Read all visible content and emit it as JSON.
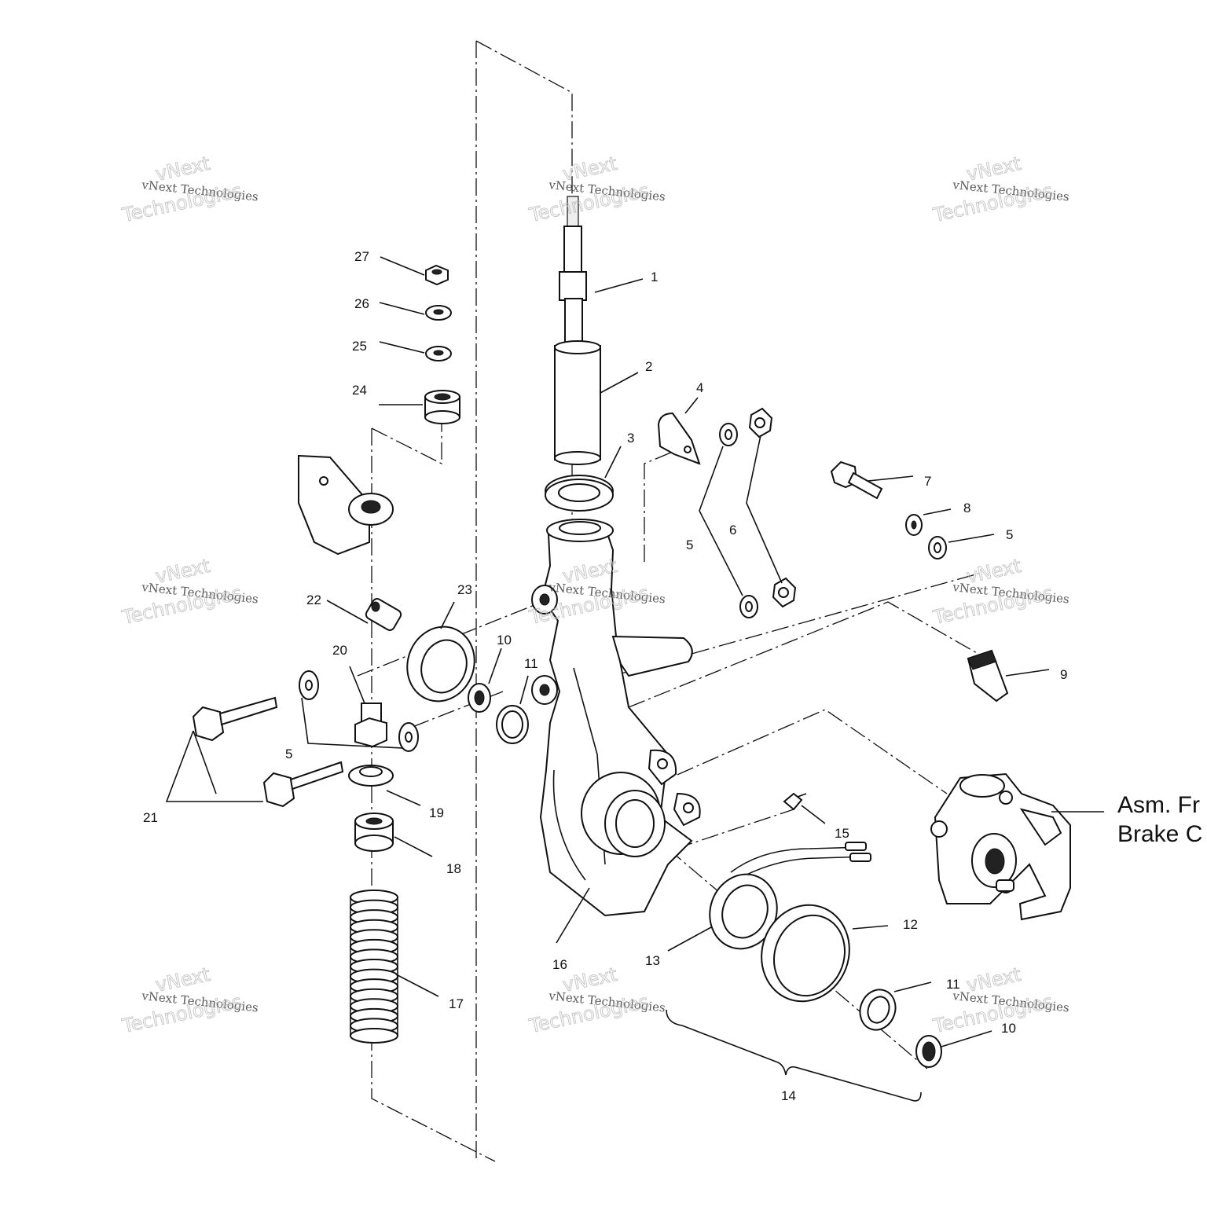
{
  "diagram": {
    "callouts": [
      {
        "id": "p1",
        "text": "1"
      },
      {
        "id": "p2",
        "text": "2"
      },
      {
        "id": "p3",
        "text": "3"
      },
      {
        "id": "p4",
        "text": "4"
      },
      {
        "id": "p5a",
        "text": "5"
      },
      {
        "id": "p6",
        "text": "6"
      },
      {
        "id": "p7",
        "text": "7"
      },
      {
        "id": "p8",
        "text": "8"
      },
      {
        "id": "p5b",
        "text": "5"
      },
      {
        "id": "p9",
        "text": "9"
      },
      {
        "id": "p10a",
        "text": "10"
      },
      {
        "id": "p11a",
        "text": "11"
      },
      {
        "id": "p5c",
        "text": "5"
      },
      {
        "id": "p21",
        "text": "21"
      },
      {
        "id": "p20",
        "text": "20"
      },
      {
        "id": "p22",
        "text": "22"
      },
      {
        "id": "p23",
        "text": "23"
      },
      {
        "id": "p19",
        "text": "19"
      },
      {
        "id": "p18",
        "text": "18"
      },
      {
        "id": "p17",
        "text": "17"
      },
      {
        "id": "p16",
        "text": "16"
      },
      {
        "id": "p15",
        "text": "15"
      },
      {
        "id": "p13",
        "text": "13"
      },
      {
        "id": "p12",
        "text": "12"
      },
      {
        "id": "p11b",
        "text": "11"
      },
      {
        "id": "p10b",
        "text": "10"
      },
      {
        "id": "p14",
        "text": "14"
      },
      {
        "id": "p24",
        "text": "24"
      },
      {
        "id": "p25",
        "text": "25"
      },
      {
        "id": "p26",
        "text": "26"
      },
      {
        "id": "p27",
        "text": "27"
      }
    ],
    "asm_label": {
      "line1": "Asm. Fr",
      "line2": "Brake C"
    },
    "watermark": {
      "line1": "vNext Technologies",
      "line2": "vNext",
      "line3": "Technologies"
    }
  }
}
